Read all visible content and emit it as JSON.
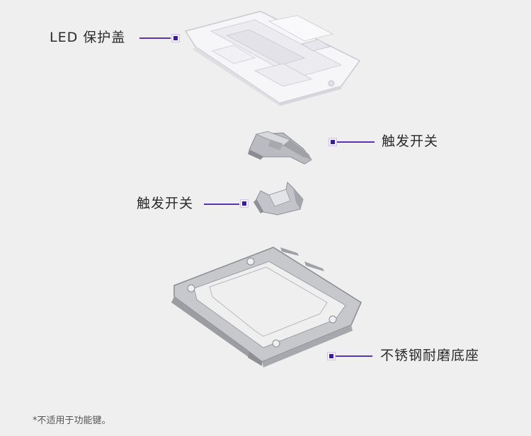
{
  "callouts": {
    "led_cover": "LED 保护盖",
    "trigger_switch_right": "触发开关",
    "trigger_switch_left": "触发开关",
    "steel_base": "不锈钢耐磨底座"
  },
  "footnote": "*不适用于功能键。",
  "colors": {
    "background": "#efefef",
    "callout_line": "#5a35b0",
    "marker_inner": "#3a1f8f"
  },
  "icons": [
    "led-cover-part",
    "trigger-switch-part",
    "trigger-switch-clip-part",
    "steel-base-plate-part"
  ]
}
